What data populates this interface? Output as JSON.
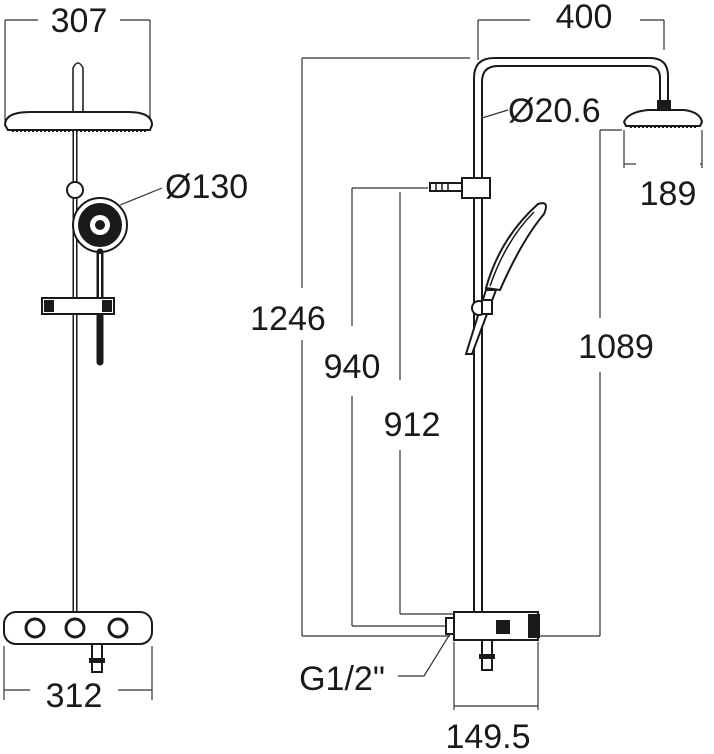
{
  "dimensions": {
    "front_head_width": "307",
    "handshower_diameter": "Ø130",
    "front_mixer_width": "312",
    "arm_length": "400",
    "pipe_diameter": "Ø20.6",
    "side_head_depth": "189",
    "total_height": "1246",
    "holder_height_940": "940",
    "holder_height_912": "912",
    "head_height": "1089",
    "inlet_thread": "G1/2\"",
    "mixer_depth": "149.5"
  },
  "colors": {
    "line": "#222222",
    "fill": "#1a1a1a",
    "background": "#ffffff"
  }
}
